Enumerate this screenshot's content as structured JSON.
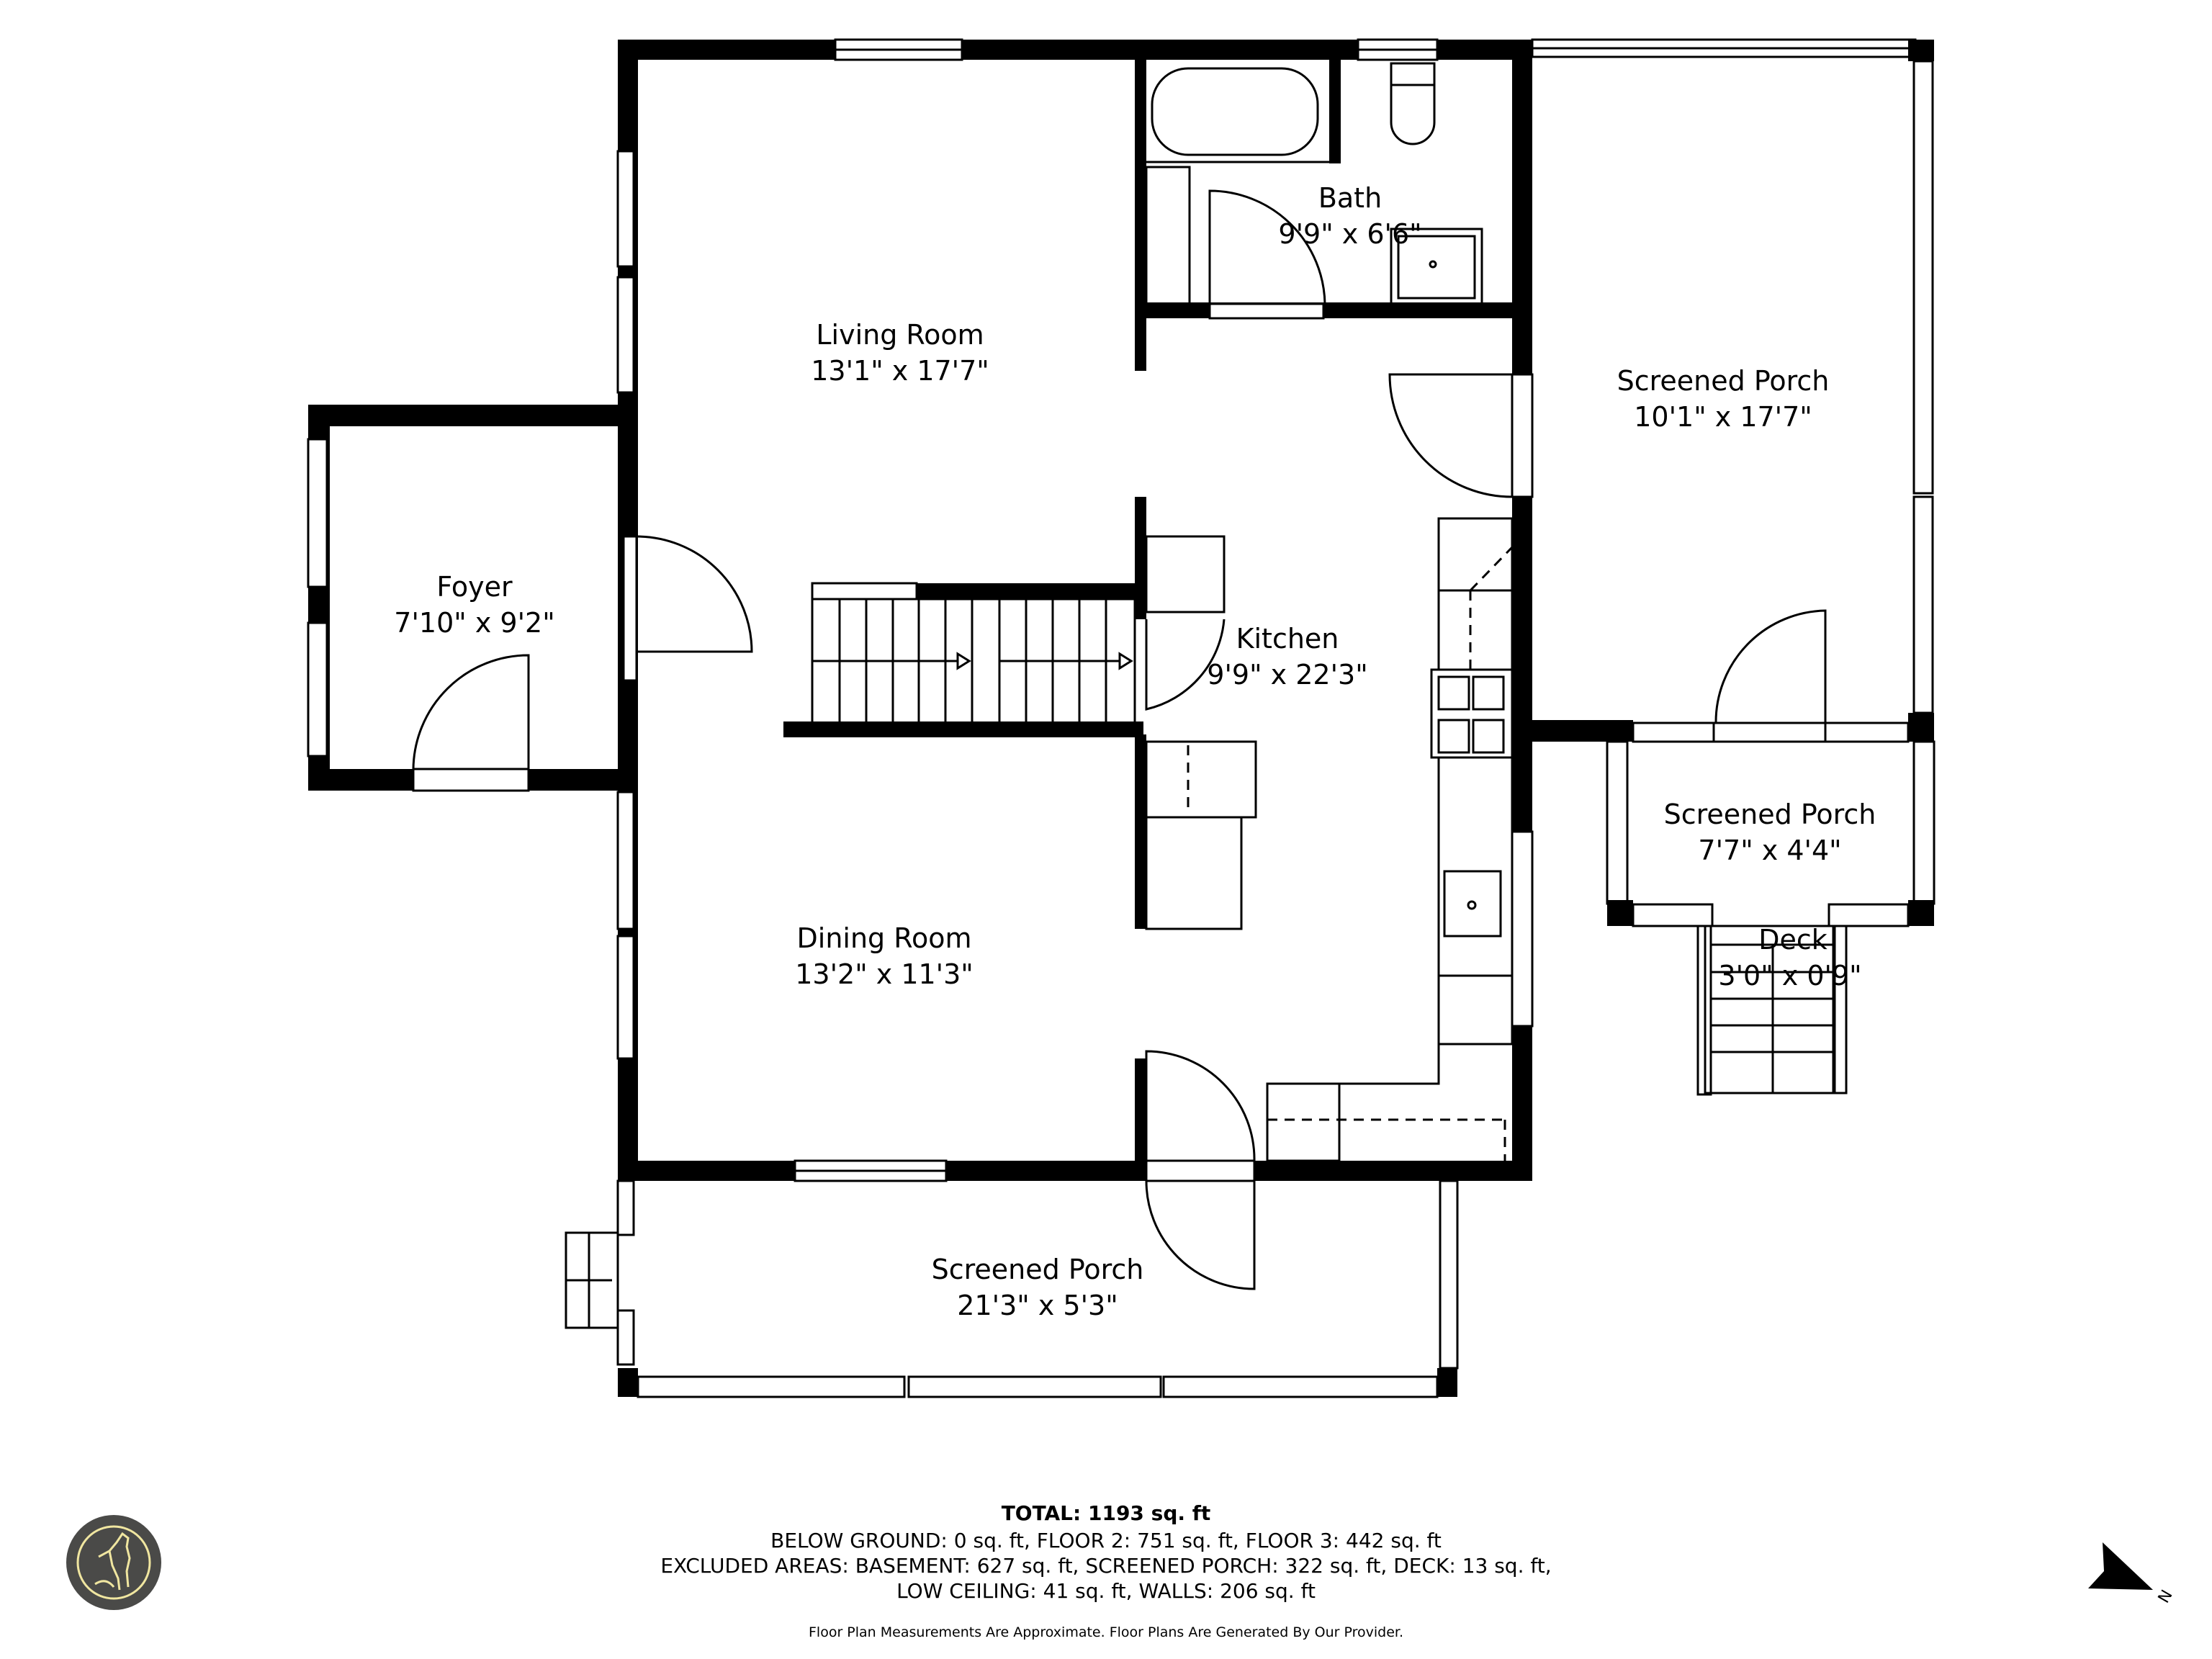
{
  "rooms": {
    "living": {
      "name": "Living Room",
      "size": "13'1\" x 17'7\""
    },
    "foyer": {
      "name": "Foyer",
      "size": "7'10\" x 9'2\""
    },
    "bath": {
      "name": "Bath",
      "size": "9'9\" x 6'6\""
    },
    "kitchen": {
      "name": "Kitchen",
      "size": "9'9\" x 22'3\""
    },
    "dining": {
      "name": "Dining Room",
      "size": "13'2\" x 11'3\""
    },
    "porch_right": {
      "name": "Screened Porch",
      "size": "10'1\" x 17'7\""
    },
    "porch_small": {
      "name": "Screened Porch",
      "size": "7'7\" x 4'4\""
    },
    "deck": {
      "name": "Deck",
      "size": "3'0\" x 0'9\""
    },
    "porch_bottom": {
      "name": "Screened Porch",
      "size": "21'3\" x 5'3\""
    }
  },
  "summary": {
    "total": "TOTAL: 1193 sq. ft",
    "line1": "BELOW GROUND: 0 sq. ft, FLOOR 2: 751 sq. ft, FLOOR 3: 442 sq. ft",
    "line2": "EXCLUDED AREAS: BASEMENT: 627 sq. ft, SCREENED PORCH: 322 sq. ft, DECK: 13 sq. ft,",
    "line3": "LOW CEILING: 41 sq. ft, WALLS: 206 sq. ft",
    "disclaimer": "Floor Plan Measurements Are Approximate. Floor Plans Are Generated By Our Provider."
  },
  "compass": {
    "label": "N"
  },
  "logo": {
    "icon": "howling-wolf-icon",
    "bg_color": "#4a4a48",
    "line_color": "#f0e6a0"
  }
}
